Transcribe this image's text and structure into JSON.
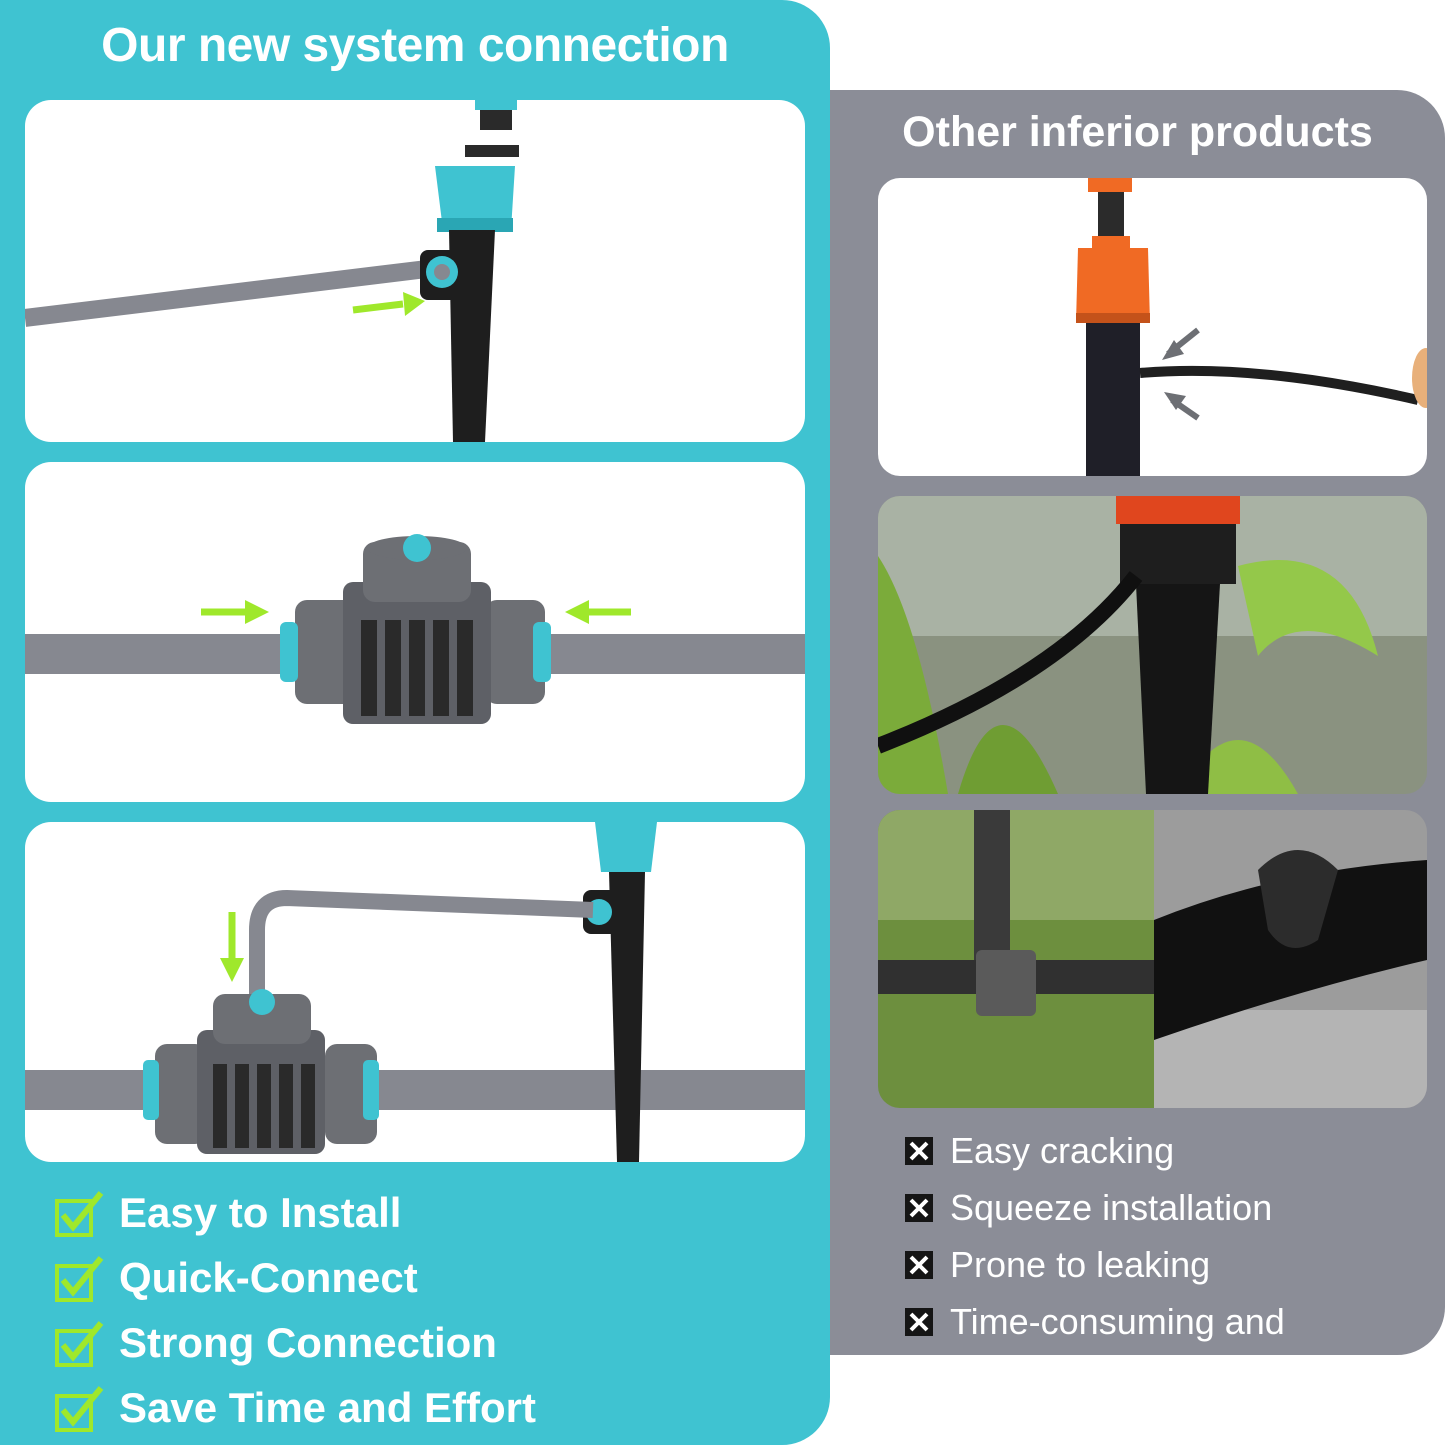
{
  "left": {
    "title": "Our new system connection",
    "features": [
      {
        "label": "Easy to Install"
      },
      {
        "label": "Quick-Connect"
      },
      {
        "label": "Strong Connection"
      },
      {
        "label": "Save Time and Effort"
      }
    ]
  },
  "right": {
    "title": "Other inferior products",
    "cons": [
      {
        "label": "Easy cracking"
      },
      {
        "label": "Squeeze installation"
      },
      {
        "label": "Prone to leaking"
      },
      {
        "label": "Time-consuming and"
      }
    ]
  },
  "colors": {
    "teal": "#3fc3d1",
    "panel_gray": "#8b8d97",
    "tube_gray": "#868890",
    "arrow_green": "#9fe82b",
    "orange": "#f06a24"
  }
}
